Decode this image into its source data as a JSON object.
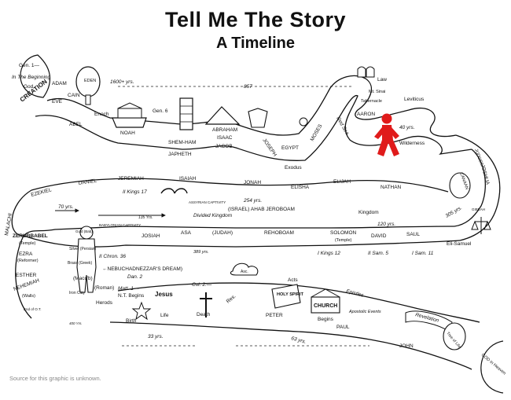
{
  "title": "Tell Me The Story",
  "subtitle": "A Timeline",
  "source_note": "Source for this graphic is unknown.",
  "accent_color": "#e01b1b",
  "labels": {
    "gen1": "Gen. 1—",
    "in_the_beginning": "In The Beginning",
    "god": "God",
    "creation": "CREATION",
    "adam": "ADAM",
    "eve": "EVE",
    "cain": "CAIN",
    "abel": "ABEL",
    "eden": "EDEN",
    "yrs_1600": "1600+ yrs.",
    "yrs_857": "857",
    "enoch": "Enoch",
    "noah": "NOAH",
    "gen6": "Gen. 6",
    "shem_ham": "SHEM-HAM",
    "japheth": "JAPHETH",
    "abraham": "ABRAHAM",
    "isaac": "ISAAC",
    "jacob": "JACOB",
    "joseph": "JOSEPH",
    "egypt": "EGYPT",
    "moses": "MOSES",
    "red_sea": "Red Sea",
    "exodus": "Exodus",
    "law": "Law",
    "mt_sinai": "Mt. Sinai",
    "tabernacle": "Tabernacle",
    "aaron": "AARON",
    "leviticus": "Leviticus",
    "yrs_40": "40 yrs.",
    "wilderness": "Wilderness",
    "joshua": "JOSHUA",
    "canaan": "CANAAN",
    "judges": "JUDGES",
    "ezekiel": "EZEKIEL",
    "daniel": "DANIEL",
    "jeremiah": "JEREMIAH",
    "isaiah": "ISAIAH",
    "jonah": "JONAH",
    "elisha": "ELISHA",
    "elijah": "ELIJAH",
    "nathan": "NATHAN",
    "ii_kings_17": "II Kings 17",
    "assyrian_captivity": "ASSYRIAN CAPTIVITY",
    "yrs_254": "254 yrs.",
    "israel_ahab": "(ISRAEL) AHAB JEROBOAM",
    "kingdom": "Kingdom",
    "yrs_120": "120 yrs.",
    "yrs_305": "305 yrs.",
    "gibeah": "GIBEAH",
    "malachi": "MALACHI",
    "yrs_70": "70 yrs.",
    "yrs_135": "135 Yrs.",
    "divided_kingdom": "Divided Kingdom",
    "babylonian_captivity": "BABYLONIAN CAPTIVITY",
    "josiah": "JOSIAH",
    "asa": "ASA",
    "judah": "(JUDAH)",
    "rehoboam": "REHOBOAM",
    "solomon": "SOLOMON",
    "temple": "(Temple)",
    "david": "DAVID",
    "saul": "SAUL",
    "eli_samuel": "Eli-Samuel",
    "zerubbabel": "ZERUBBABEL",
    "temple2": "(Temple)",
    "ezra": "EZRA",
    "reformer": "(Reformer)",
    "esther": "ESTHER",
    "nehemiah": "NEHEMIAH",
    "walls": "(Walls)",
    "end_of_ot": "End of O.T.",
    "gold_bab": "Gold (Bab)",
    "silver_persian": "Silver (Persian)",
    "brass_greek": "Brass (Greek)",
    "macc": "(Macc'b)",
    "iron_clay": "Iron Clay",
    "roman": "(Roman)",
    "herods": "Herods",
    "yrs_400": "400 Yrs.",
    "ii_chron_36": "II Chron. 36",
    "yrs_389": "389 yrs.",
    "i_kings_12": "I Kings 12",
    "ii_sam_5": "II Sam. 5",
    "i_sam_11": "I Sam. 11",
    "nebuchadnezzar": "←NEBUCHADNEZZAR'S DREAM)",
    "dan2": "Dan. 2",
    "matt1": "Matt. 1—",
    "nt_begins": "N.T. Begins",
    "jesus": "Jesus",
    "col2": "Col. 2:—",
    "birth": "Birth",
    "life": "Life",
    "death": "Death",
    "res": "Res.",
    "asc": "Asc.",
    "yrs_33": "33 yrs.",
    "acts": "Acts",
    "holy_spirit": "HOLY SPIRIT",
    "church": "CHURCH",
    "begins": "Begins",
    "epistles": "Epistles",
    "apostolic_events": "Apostolic Events",
    "peter": "PETER",
    "paul": "PAUL",
    "yrs_63": "63 yrs.",
    "revelation": "Revelation",
    "john": "JOHN",
    "tree_of_life": "Tree of Life",
    "god_in_heaven": "GOD in Heaven"
  }
}
